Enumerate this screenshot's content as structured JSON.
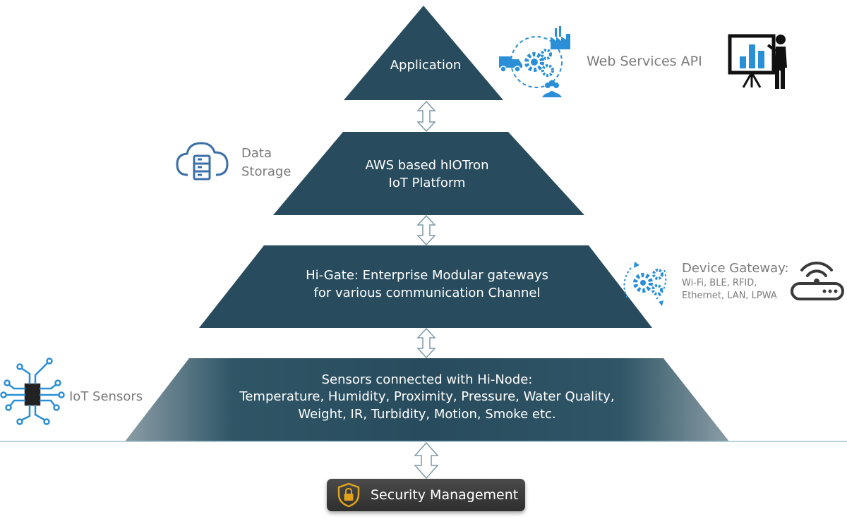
{
  "tiers": {
    "application": {
      "label": "Application"
    },
    "platform": {
      "line1": "AWS based hIOTron",
      "line2": "IoT Platform"
    },
    "gateway": {
      "line1": "Hi-Gate: Enterprise Modular gateways",
      "line2": "for various communication Channel"
    },
    "sensors": {
      "line1": "Sensors connected with Hi-Node:",
      "line2": "Temperature, Humidity, Proximity, Pressure, Water Quality,",
      "line3": "Weight, IR, Turbidity, Motion, Smoke etc."
    }
  },
  "side_labels": {
    "web_services": "Web Services API",
    "data_storage": {
      "line1": "Data",
      "line2": "Storage"
    },
    "device_gateway": {
      "title": "Device Gateway:",
      "line1": "Wi-Fi, BLE, RFID,",
      "line2": "Ethernet, LAN, LPWA"
    },
    "iot_sensors": "IoT Sensors"
  },
  "security": {
    "label": "Security Management"
  },
  "colors": {
    "tier_fill": "#284c5d",
    "arrow_stroke": "#7f9aa8",
    "icon_blue": "#2a8fd6",
    "storage_icon": "#3b6fa8",
    "lock_gold": "#e0a21a",
    "side_text": "#7b7b7b"
  },
  "icons": [
    "process-icon",
    "presentation-icon",
    "cloud-storage-icon",
    "gateway-gears-icon",
    "router-wifi-icon",
    "circuit-chip-icon",
    "lock-shield-icon"
  ]
}
